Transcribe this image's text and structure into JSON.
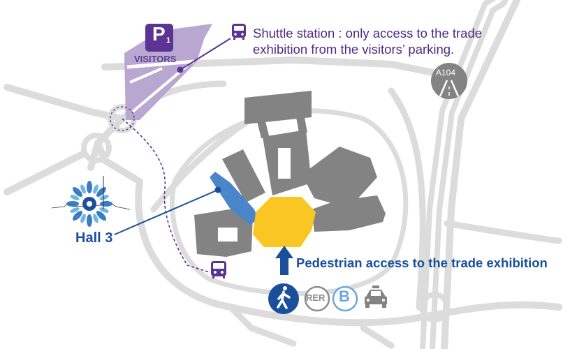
{
  "parking": {
    "badge_letter": "P",
    "badge_number": "1",
    "label": "VISITORS",
    "color": "#b9a7d2"
  },
  "shuttle": {
    "line1": "Shuttle station : only access to the trade",
    "line2": "exhibition from the visitors’ parking.",
    "icon": "bus-icon",
    "color": "#5c3392"
  },
  "hall": {
    "label": "Hall 3",
    "color": "#4a86c9"
  },
  "pedestrian": {
    "label": "Pedestrian access to the trade exhibition",
    "color": "#1a4f9c",
    "icon": "walking-person-icon"
  },
  "transport": {
    "rer_label": "RER",
    "bus_label": "B",
    "taxi_icon": "taxi-icon"
  },
  "highway": {
    "label": "A104",
    "icon": "highway-icon"
  },
  "colors": {
    "road": "#dcdcdc",
    "building": "#838383",
    "entrance_hub": "#f9c623"
  }
}
